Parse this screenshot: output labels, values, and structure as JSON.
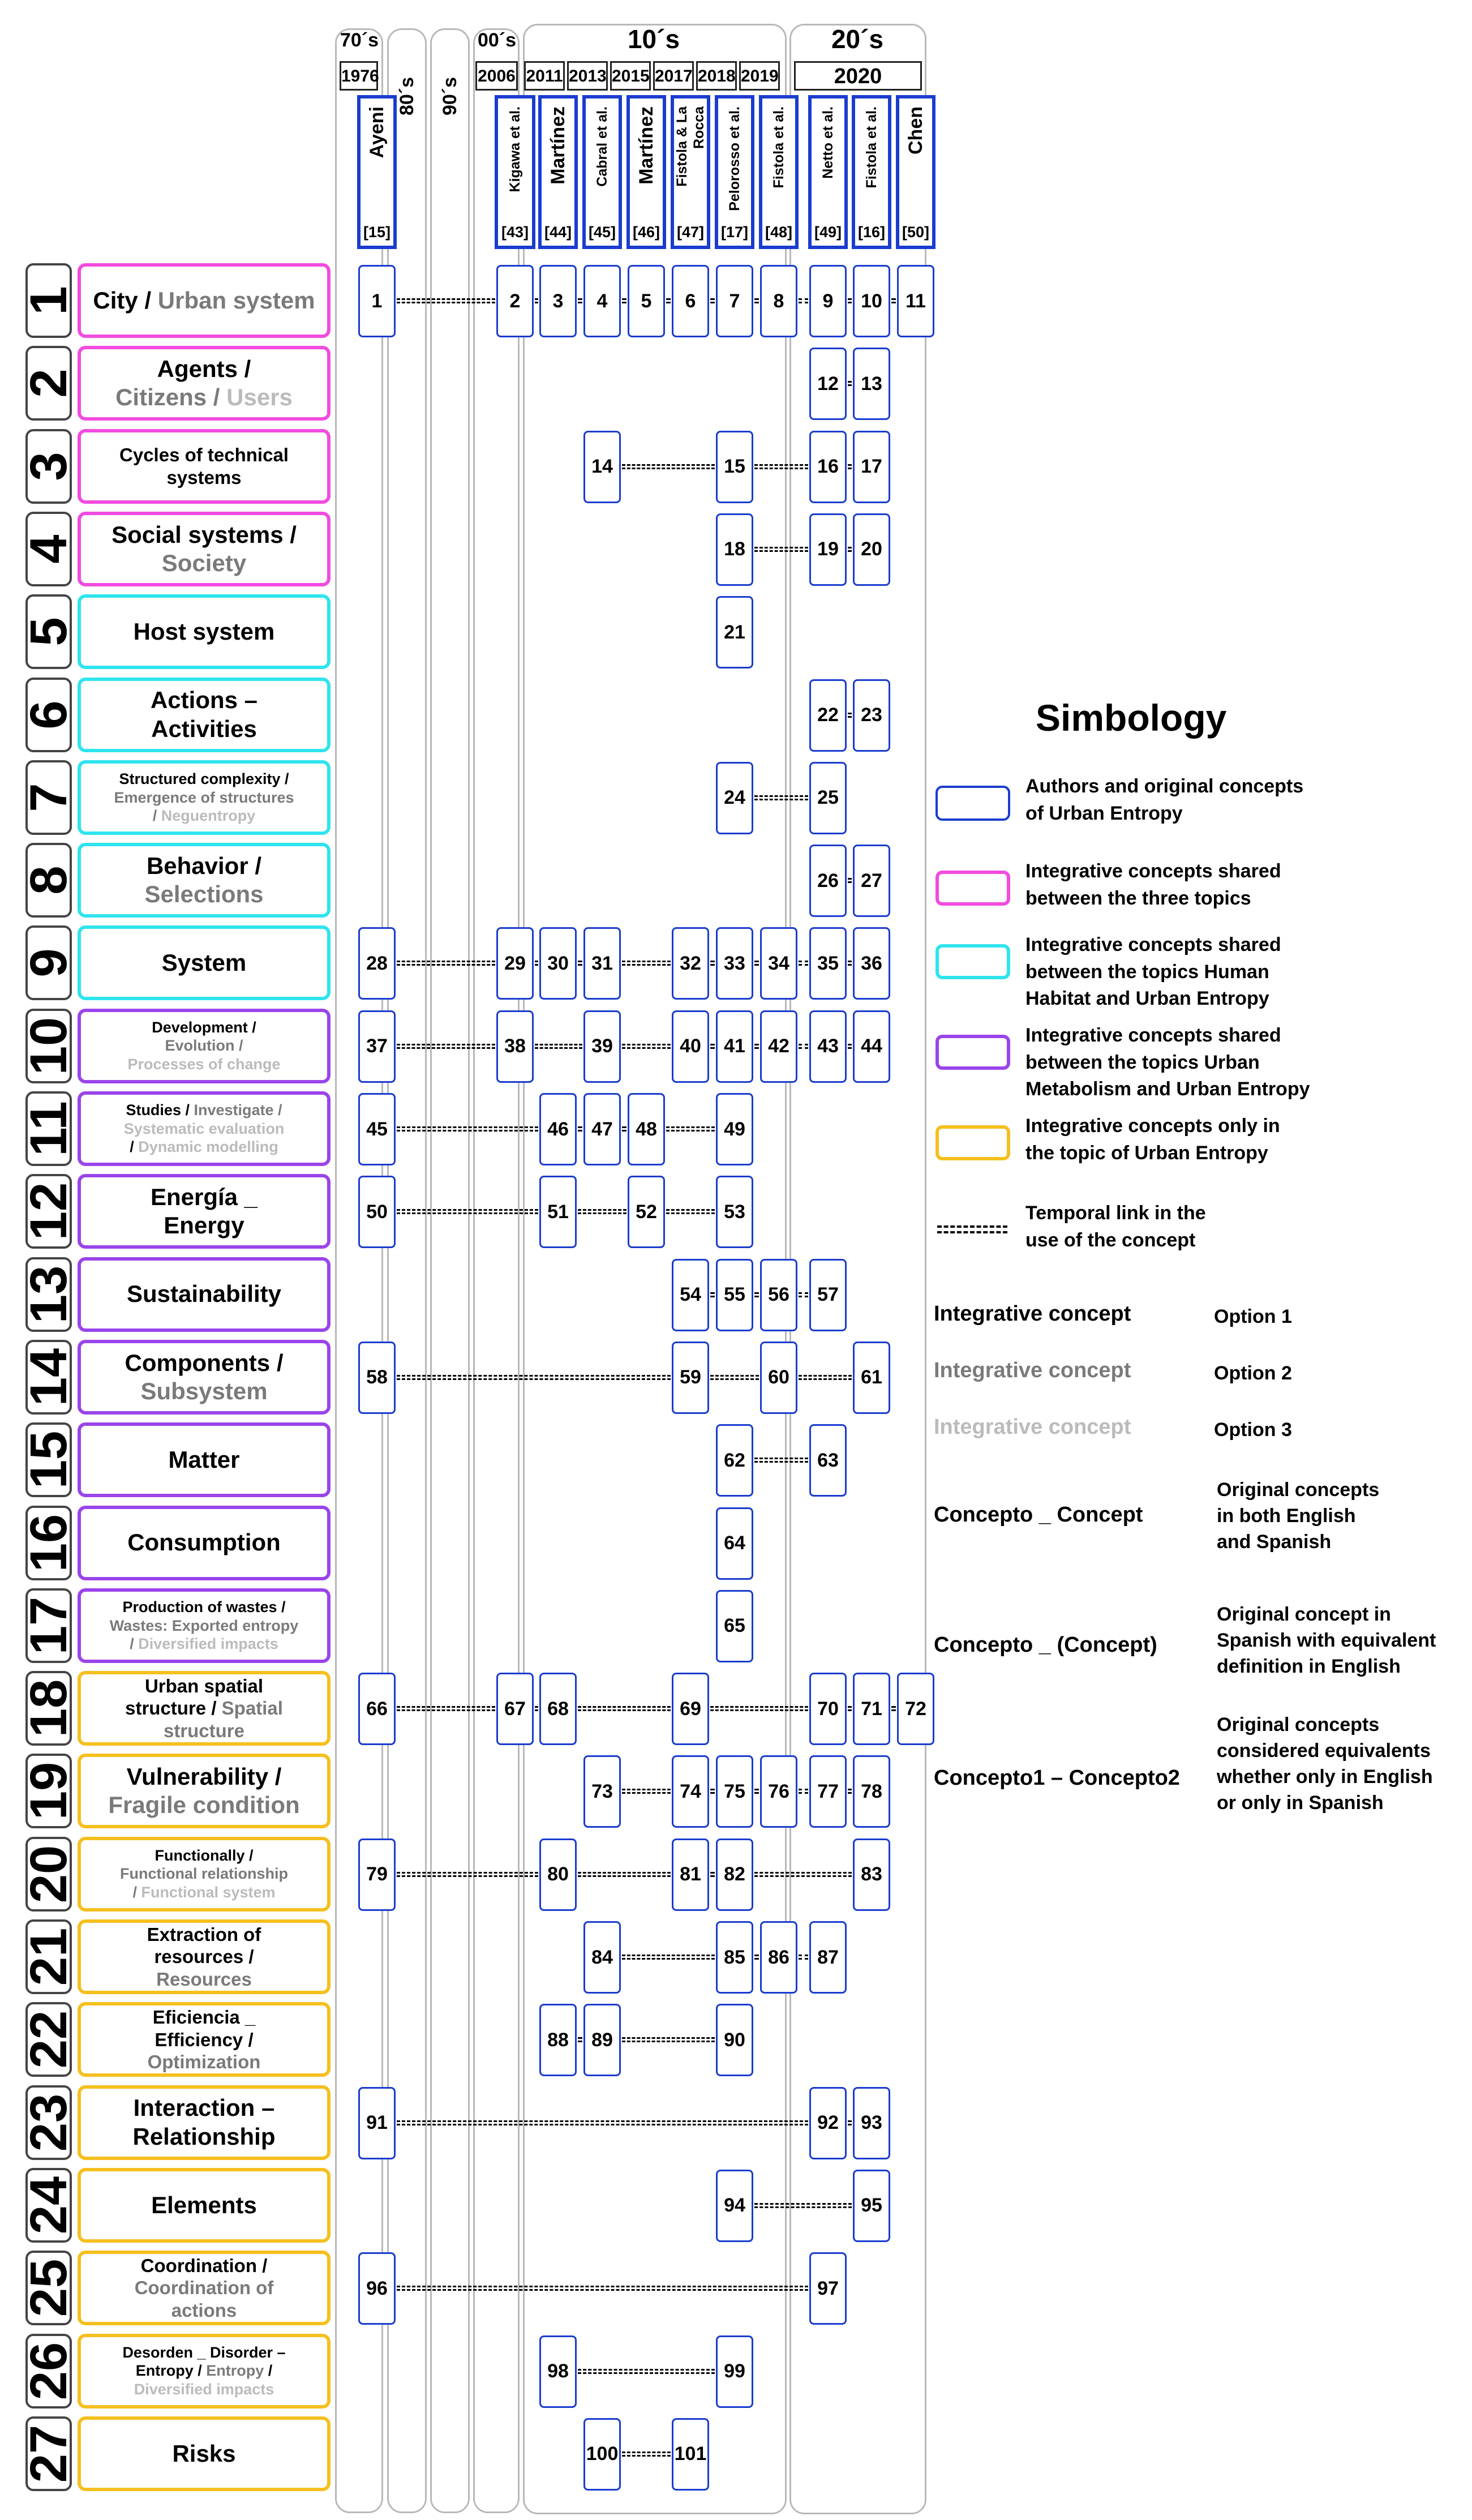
{
  "decades": [
    "70´s",
    "80´s",
    "90´s",
    "00´s",
    "10´s",
    "20´s"
  ],
  "years": [
    "1976",
    "2006",
    "2011",
    "2013",
    "2015",
    "2017",
    "2018",
    "2019",
    "2020"
  ],
  "authors": [
    {
      "name": "Ayeni",
      "ref": "[15]",
      "size": "large"
    },
    {
      "name": "Kigawa et al.",
      "ref": "[43]",
      "size": "small"
    },
    {
      "name": "Martínez",
      "ref": "[44]",
      "size": "large"
    },
    {
      "name": "Cabral et al.",
      "ref": "[45]",
      "size": "small"
    },
    {
      "name": "Martínez",
      "ref": "[46]",
      "size": "large"
    },
    {
      "name": "Fistola & La Rocca",
      "ref": "[47]",
      "size": "small"
    },
    {
      "name": "Pelorosso et al.",
      "ref": "[17]",
      "size": "small"
    },
    {
      "name": "Fistola et al.",
      "ref": "[48]",
      "size": "small"
    },
    {
      "name": "Netto et al.",
      "ref": "[49]",
      "size": "small"
    },
    {
      "name": "Fistola et al.",
      "ref": "[16]",
      "size": "small"
    },
    {
      "name": "Chen",
      "ref": "[50]",
      "size": "large"
    }
  ],
  "concepts": [
    {
      "num": "1",
      "group": "three",
      "parts": [
        [
          "City",
          1
        ],
        [
          " / ",
          1
        ],
        [
          "Urban system",
          2
        ]
      ]
    },
    {
      "num": "2",
      "group": "three",
      "parts": [
        [
          "Agents /",
          1
        ],
        [
          "\n",
          0
        ],
        [
          "Citizens",
          2
        ],
        [
          " / ",
          2
        ],
        [
          "Users",
          3
        ]
      ]
    },
    {
      "num": "3",
      "group": "three",
      "small": true,
      "parts": [
        [
          "Cycles of technical systems",
          1
        ]
      ]
    },
    {
      "num": "4",
      "group": "three",
      "parts": [
        [
          "Social systems /",
          1
        ],
        [
          "\n",
          0
        ],
        [
          "Society",
          2
        ]
      ]
    },
    {
      "num": "5",
      "group": "hh",
      "parts": [
        [
          "Host system",
          1
        ]
      ]
    },
    {
      "num": "6",
      "group": "hh",
      "parts": [
        [
          "Actions –",
          1
        ],
        [
          "\n",
          0
        ],
        [
          "Activities",
          1
        ]
      ]
    },
    {
      "num": "7",
      "group": "hh",
      "tiny": true,
      "parts": [
        [
          "Structured complexity /",
          1
        ],
        [
          "\n",
          0
        ],
        [
          "Emergence of structures",
          2
        ],
        [
          "\n",
          0
        ],
        [
          "/ ",
          2
        ],
        [
          "Neguentropy",
          3
        ]
      ]
    },
    {
      "num": "8",
      "group": "hh",
      "parts": [
        [
          "Behavior /",
          1
        ],
        [
          "\n",
          0
        ],
        [
          "Selections",
          2
        ]
      ]
    },
    {
      "num": "9",
      "group": "hh",
      "parts": [
        [
          "System",
          1
        ]
      ]
    },
    {
      "num": "10",
      "group": "um",
      "tiny": true,
      "parts": [
        [
          "Development /",
          1
        ],
        [
          "\n",
          0
        ],
        [
          "Evolution /",
          2
        ],
        [
          "\n",
          0
        ],
        [
          "Processes of change",
          3
        ]
      ]
    },
    {
      "num": "11",
      "group": "um",
      "tiny": true,
      "parts": [
        [
          "Studies",
          1
        ],
        [
          " / ",
          1
        ],
        [
          "Investigate",
          2
        ],
        [
          " /",
          2
        ],
        [
          "\n",
          0
        ],
        [
          "Systematic evaluation",
          3
        ],
        [
          "\n",
          0
        ],
        [
          "/ ",
          1
        ],
        [
          "Dynamic modelling",
          3
        ]
      ]
    },
    {
      "num": "12",
      "group": "um",
      "parts": [
        [
          "Energía _",
          1
        ],
        [
          "\n",
          0
        ],
        [
          "Energy",
          1
        ]
      ]
    },
    {
      "num": "13",
      "group": "um",
      "parts": [
        [
          "Sustainability",
          1
        ]
      ]
    },
    {
      "num": "14",
      "group": "um",
      "parts": [
        [
          "Components /",
          1
        ],
        [
          "\n",
          0
        ],
        [
          "Subsystem",
          2
        ]
      ]
    },
    {
      "num": "15",
      "group": "um",
      "parts": [
        [
          "Matter",
          1
        ]
      ]
    },
    {
      "num": "16",
      "group": "um",
      "parts": [
        [
          "Consumption",
          1
        ]
      ]
    },
    {
      "num": "17",
      "group": "um",
      "tiny": true,
      "parts": [
        [
          "Production of wastes /",
          1
        ],
        [
          "\n",
          0
        ],
        [
          "Wastes: Exported entropy",
          2
        ],
        [
          "\n",
          0
        ],
        [
          "/ ",
          2
        ],
        [
          "Diversified impacts",
          3
        ]
      ]
    },
    {
      "num": "18",
      "group": "ue",
      "small": true,
      "parts": [
        [
          "Urban spatial",
          1
        ],
        [
          "\n",
          0
        ],
        [
          "structure",
          1
        ],
        [
          " / ",
          1
        ],
        [
          "Spatial",
          2
        ],
        [
          "\n",
          0
        ],
        [
          "structure",
          2
        ]
      ]
    },
    {
      "num": "19",
      "group": "ue",
      "parts": [
        [
          "Vulnerability /",
          1
        ],
        [
          "\n",
          0
        ],
        [
          "Fragile condition",
          2
        ]
      ]
    },
    {
      "num": "20",
      "group": "ue",
      "tiny": true,
      "parts": [
        [
          "Functionally /",
          1
        ],
        [
          "\n",
          0
        ],
        [
          "Functional relationship",
          2
        ],
        [
          "\n",
          0
        ],
        [
          "/ ",
          2
        ],
        [
          "Functional system",
          3
        ]
      ]
    },
    {
      "num": "21",
      "group": "ue",
      "small": true,
      "parts": [
        [
          "Extraction of",
          1
        ],
        [
          "\n",
          0
        ],
        [
          "resources /",
          1
        ],
        [
          "\n",
          0
        ],
        [
          "Resources",
          2
        ]
      ]
    },
    {
      "num": "22",
      "group": "ue",
      "small": true,
      "parts": [
        [
          "Eficiencia _",
          1
        ],
        [
          "\n",
          0
        ],
        [
          "Efficiency /",
          1
        ],
        [
          "\n",
          0
        ],
        [
          "Optimization",
          2
        ]
      ]
    },
    {
      "num": "23",
      "group": "ue",
      "parts": [
        [
          "Interaction –",
          1
        ],
        [
          "\n",
          0
        ],
        [
          "Relationship",
          1
        ]
      ]
    },
    {
      "num": "24",
      "group": "ue",
      "parts": [
        [
          "Elements",
          1
        ]
      ]
    },
    {
      "num": "25",
      "group": "ue",
      "small": true,
      "parts": [
        [
          "Coordination /",
          1
        ],
        [
          "\n",
          0
        ],
        [
          "Coordination of",
          2
        ],
        [
          "\n",
          0
        ],
        [
          "actions",
          2
        ]
      ]
    },
    {
      "num": "26",
      "group": "ue",
      "tiny": true,
      "parts": [
        [
          "Desorden _ Disorder –",
          1
        ],
        [
          "\n",
          0
        ],
        [
          "Entropy",
          1
        ],
        [
          " / ",
          1
        ],
        [
          "Entropy",
          2
        ],
        [
          " /",
          1
        ],
        [
          "\n",
          0
        ],
        [
          "Diversified impacts",
          3
        ]
      ]
    },
    {
      "num": "27",
      "group": "ue",
      "parts": [
        [
          "Risks",
          1
        ]
      ]
    }
  ],
  "matrix": [
    {
      "row": 1,
      "cells": [
        [
          0,
          "1"
        ],
        [
          3,
          "2"
        ],
        [
          4,
          "3"
        ],
        [
          5,
          "4"
        ],
        [
          6,
          "5"
        ],
        [
          7,
          "6"
        ],
        [
          8,
          "7"
        ],
        [
          9,
          "8"
        ],
        [
          10,
          "9"
        ],
        [
          11,
          "10"
        ],
        [
          12,
          "11"
        ]
      ]
    },
    {
      "row": 2,
      "cells": [
        [
          10,
          "12"
        ],
        [
          11,
          "13"
        ]
      ]
    },
    {
      "row": 3,
      "cells": [
        [
          5,
          "14"
        ],
        [
          8,
          "15"
        ],
        [
          10,
          "16"
        ],
        [
          11,
          "17"
        ]
      ]
    },
    {
      "row": 4,
      "cells": [
        [
          8,
          "18"
        ],
        [
          10,
          "19"
        ],
        [
          11,
          "20"
        ]
      ]
    },
    {
      "row": 5,
      "cells": [
        [
          8,
          "21"
        ]
      ]
    },
    {
      "row": 6,
      "cells": [
        [
          10,
          "22"
        ],
        [
          11,
          "23"
        ]
      ]
    },
    {
      "row": 7,
      "cells": [
        [
          8,
          "24"
        ],
        [
          10,
          "25"
        ]
      ]
    },
    {
      "row": 8,
      "cells": [
        [
          10,
          "26"
        ],
        [
          11,
          "27"
        ]
      ]
    },
    {
      "row": 9,
      "cells": [
        [
          0,
          "28"
        ],
        [
          3,
          "29"
        ],
        [
          4,
          "30"
        ],
        [
          5,
          "31"
        ],
        [
          7,
          "32"
        ],
        [
          8,
          "33"
        ],
        [
          9,
          "34"
        ],
        [
          10,
          "35"
        ],
        [
          11,
          "36"
        ]
      ]
    },
    {
      "row": 10,
      "cells": [
        [
          0,
          "37"
        ],
        [
          3,
          "38"
        ],
        [
          5,
          "39"
        ],
        [
          7,
          "40"
        ],
        [
          8,
          "41"
        ],
        [
          9,
          "42"
        ],
        [
          10,
          "43"
        ],
        [
          11,
          "44"
        ]
      ]
    },
    {
      "row": 11,
      "cells": [
        [
          0,
          "45"
        ],
        [
          4,
          "46"
        ],
        [
          5,
          "47"
        ],
        [
          6,
          "48"
        ],
        [
          8,
          "49"
        ]
      ]
    },
    {
      "row": 12,
      "cells": [
        [
          0,
          "50"
        ],
        [
          4,
          "51"
        ],
        [
          6,
          "52"
        ],
        [
          8,
          "53"
        ]
      ]
    },
    {
      "row": 13,
      "cells": [
        [
          7,
          "54"
        ],
        [
          8,
          "55"
        ],
        [
          9,
          "56"
        ],
        [
          10,
          "57"
        ]
      ]
    },
    {
      "row": 14,
      "cells": [
        [
          0,
          "58"
        ],
        [
          7,
          "59"
        ],
        [
          9,
          "60"
        ],
        [
          11,
          "61"
        ]
      ]
    },
    {
      "row": 15,
      "cells": [
        [
          8,
          "62"
        ],
        [
          10,
          "63"
        ]
      ]
    },
    {
      "row": 16,
      "cells": [
        [
          8,
          "64"
        ]
      ]
    },
    {
      "row": 17,
      "cells": [
        [
          8,
          "65"
        ]
      ]
    },
    {
      "row": 18,
      "cells": [
        [
          0,
          "66"
        ],
        [
          3,
          "67"
        ],
        [
          4,
          "68"
        ],
        [
          7,
          "69"
        ],
        [
          10,
          "70"
        ],
        [
          11,
          "71"
        ],
        [
          12,
          "72"
        ]
      ]
    },
    {
      "row": 19,
      "cells": [
        [
          5,
          "73"
        ],
        [
          7,
          "74"
        ],
        [
          8,
          "75"
        ],
        [
          9,
          "76"
        ],
        [
          10,
          "77"
        ],
        [
          11,
          "78"
        ]
      ]
    },
    {
      "row": 20,
      "cells": [
        [
          0,
          "79"
        ],
        [
          4,
          "80"
        ],
        [
          7,
          "81"
        ],
        [
          8,
          "82"
        ],
        [
          11,
          "83"
        ]
      ]
    },
    {
      "row": 21,
      "cells": [
        [
          5,
          "84"
        ],
        [
          8,
          "85"
        ],
        [
          9,
          "86"
        ],
        [
          10,
          "87"
        ]
      ]
    },
    {
      "row": 22,
      "cells": [
        [
          4,
          "88"
        ],
        [
          5,
          "89"
        ],
        [
          8,
          "90"
        ]
      ]
    },
    {
      "row": 23,
      "cells": [
        [
          0,
          "91"
        ],
        [
          10,
          "92"
        ],
        [
          11,
          "93"
        ]
      ]
    },
    {
      "row": 24,
      "cells": [
        [
          8,
          "94"
        ],
        [
          11,
          "95"
        ]
      ]
    },
    {
      "row": 25,
      "cells": [
        [
          0,
          "96"
        ],
        [
          10,
          "97"
        ]
      ]
    },
    {
      "row": 26,
      "cells": [
        [
          4,
          "98"
        ],
        [
          8,
          "99"
        ]
      ]
    },
    {
      "row": 27,
      "cells": [
        [
          5,
          "100"
        ],
        [
          7,
          "101"
        ]
      ]
    }
  ],
  "colors": {
    "authors": "#1a3ccf",
    "three": "#f24be0",
    "hh": "#2fe4ee",
    "um": "#9a44ea",
    "ue": "#f5bf1e"
  },
  "legend": {
    "title": "Simbology",
    "items": [
      {
        "key": "authors",
        "text": "Authors and original concepts\nof Urban Entropy"
      },
      {
        "key": "three",
        "text": "Integrative concepts shared\nbetween the three topics"
      },
      {
        "key": "hh",
        "text": "Integrative concepts shared\nbetween the topics Human\nHabitat and Urban Entropy"
      },
      {
        "key": "um",
        "text": "Integrative concepts shared\nbetween the topics Urban\nMetabolism and Urban Entropy"
      },
      {
        "key": "ue",
        "text": "Integrative concepts only in\nthe topic of Urban Entropy"
      }
    ],
    "temporal": "Temporal link in the\nuse of the concept",
    "options": [
      {
        "label": "Integrative concept",
        "value": "Option 1"
      },
      {
        "label": "Integrative concept",
        "value": "Option 2"
      },
      {
        "label": "Integrative concept",
        "value": "Option 3"
      }
    ],
    "formats": [
      {
        "label": "Concepto _ Concept",
        "desc": "Original concepts\nin both English\nand Spanish"
      },
      {
        "label": "Concepto _ (Concept)",
        "desc": "Original concept in\nSpanish with equivalent\ndefinition in English"
      },
      {
        "label": "Concepto1 – Concepto2",
        "desc": "Original concepts\nconsidered equivalents\nwhether only in English\nor only in Spanish"
      }
    ]
  }
}
